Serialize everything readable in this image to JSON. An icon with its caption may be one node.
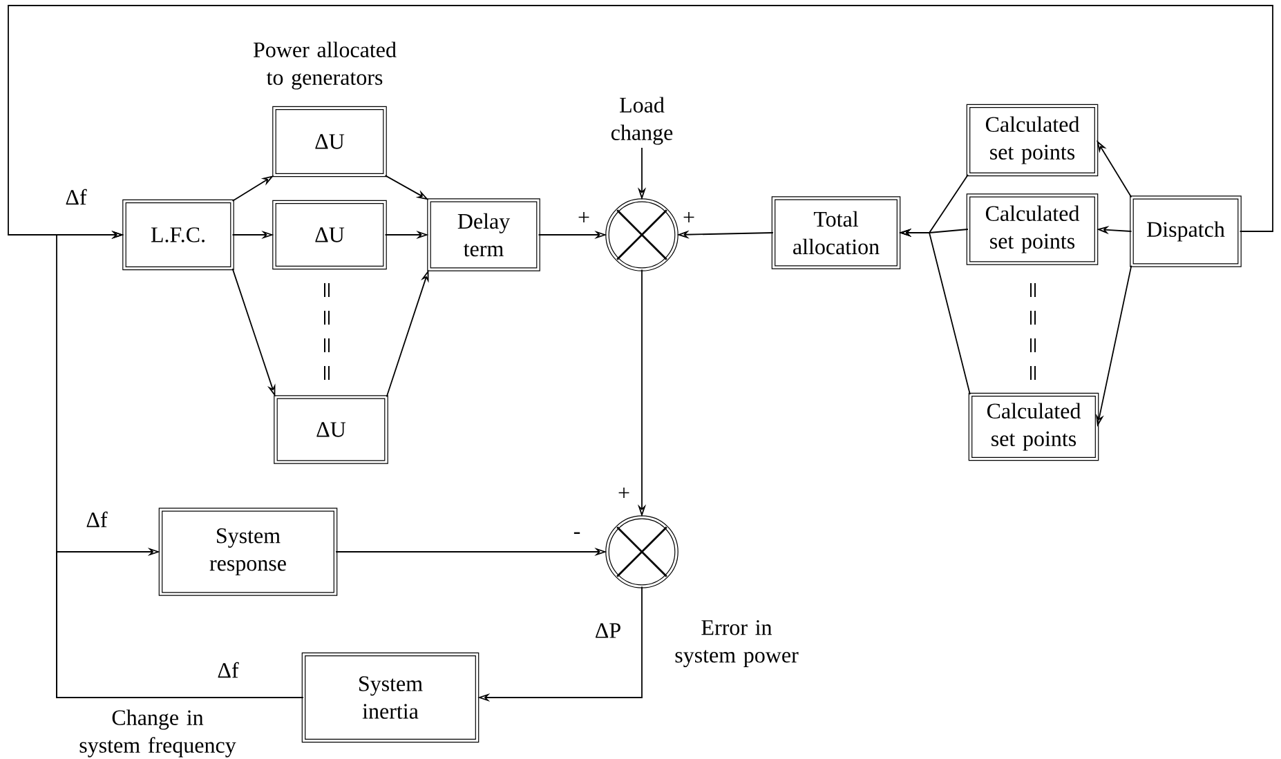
{
  "diagram": {
    "nodes": [
      {
        "text": [
          "L.F.C."
        ]
      },
      {
        "text": [
          "ΔU"
        ]
      },
      {
        "text": [
          "ΔU"
        ]
      },
      {
        "text": [
          "ΔU"
        ]
      },
      {
        "text": [
          "Delay term"
        ]
      },
      {
        "text": [],
        "shape": "circle"
      },
      {
        "text": [
          "Total allocation"
        ]
      },
      {
        "text": [
          "Calculated set points"
        ]
      },
      {
        "text": [
          "Calculated set points"
        ]
      },
      {
        "text": [
          "Calculated set points"
        ]
      },
      {
        "text": [
          "Dispatch"
        ]
      },
      {
        "text": [
          "System response"
        ]
      },
      {
        "text": [],
        "shape": "circle"
      },
      {
        "text": [
          "System inertia"
        ]
      },
      {
        "text": [
          "Load change"
        ]
      }
    ],
    "edges": [
      {
        "from": 10,
        "to": 0,
        "arrow": "to"
      },
      {
        "from": 13,
        "to": 0,
        "arrow": "to"
      },
      {
        "from": 13,
        "to": 11,
        "arrow": "to"
      },
      {
        "from": 0,
        "to": 1,
        "arrow": "to"
      },
      {
        "from": 0,
        "to": 2,
        "arrow": "to"
      },
      {
        "from": 0,
        "to": 3,
        "arrow": "to"
      },
      {
        "from": 1,
        "to": 4,
        "arrow": "to"
      },
      {
        "from": 2,
        "to": 4,
        "arrow": "to"
      },
      {
        "from": 3,
        "to": 4,
        "arrow": "to"
      },
      {
        "from": 4,
        "to": 5,
        "arrow": "to"
      },
      {
        "from": 14,
        "to": 5,
        "arrow": "to"
      },
      {
        "from": 6,
        "to": 5,
        "arrow": "to"
      },
      {
        "from": 7,
        "to": 6,
        "arrow": "to"
      },
      {
        "from": 8,
        "to": 6,
        "arrow": "to"
      },
      {
        "from": 9,
        "to": 6,
        "arrow": "to"
      },
      {
        "from": 10,
        "to": 7,
        "arrow": "to"
      },
      {
        "from": 10,
        "to": 8,
        "arrow": "to"
      },
      {
        "from": 10,
        "to": 9,
        "arrow": "to"
      },
      {
        "from": 5,
        "to": 12,
        "arrow": "to"
      },
      {
        "from": 11,
        "to": 12,
        "arrow": "to"
      },
      {
        "from": 12,
        "to": 13,
        "arrow": "to"
      }
    ],
    "labels": [
      "Power allocated to generators",
      "Δf",
      "+",
      "+",
      "+",
      "Δf",
      "-",
      "ΔP",
      "Error in system power",
      "Δf",
      "Change in system frequency"
    ]
  }
}
